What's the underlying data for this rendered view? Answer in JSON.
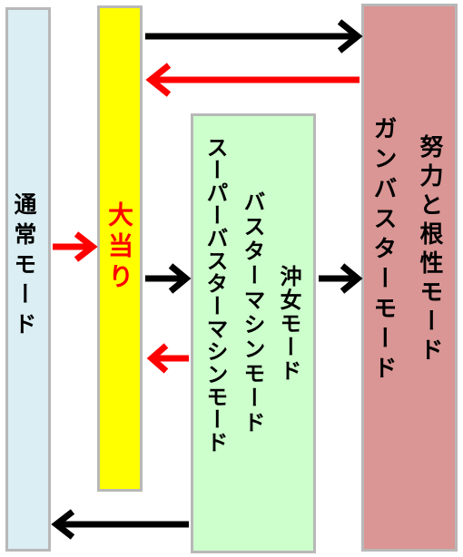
{
  "boxes": {
    "normal": {
      "label": "通常モード",
      "fill": "#daeef3",
      "text_color": "#000000"
    },
    "jackpot": {
      "label": "大当り",
      "fill": "#ffff00",
      "text_color": "#ff0000"
    },
    "okime": {
      "col1": "沖女モード",
      "col2": "バスターマシンモード",
      "col3": "スーパーバスターマシンモード",
      "fill": "#ccffcc",
      "text_color": "#000000"
    },
    "gunbuster": {
      "col1": "努力と根性モード",
      "col2": "ガンバスターモード",
      "fill": "#d99694",
      "text_color": "#000000"
    }
  },
  "arrows": {
    "black": "#000000",
    "red": "#ff0000"
  }
}
